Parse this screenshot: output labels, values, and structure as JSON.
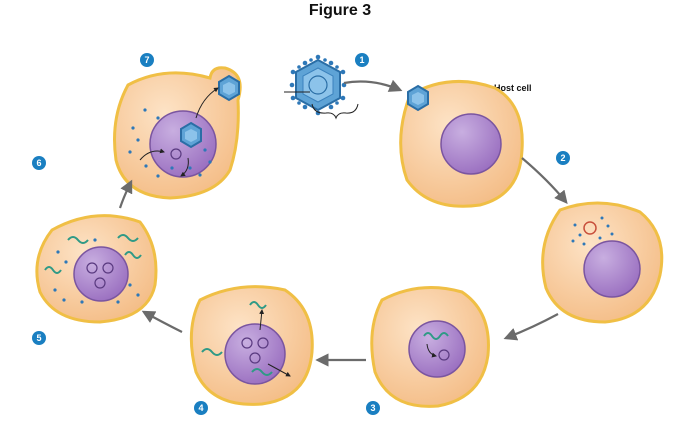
{
  "figure": {
    "title": "Figure 3",
    "host_cell_label": "Host cell",
    "step_numbers": [
      "1",
      "2",
      "3",
      "4",
      "5",
      "6",
      "7"
    ]
  },
  "colors": {
    "cytoplasm": "#f8c99b",
    "membrane": "#f2c24a",
    "nucleus": "#a982c8",
    "nucleus_edge": "#7a55a0",
    "virus": "#4d91c9",
    "dna": "#2f9a86",
    "step_badge": "#1a7fc1",
    "arrow": "#6b6b6b"
  }
}
